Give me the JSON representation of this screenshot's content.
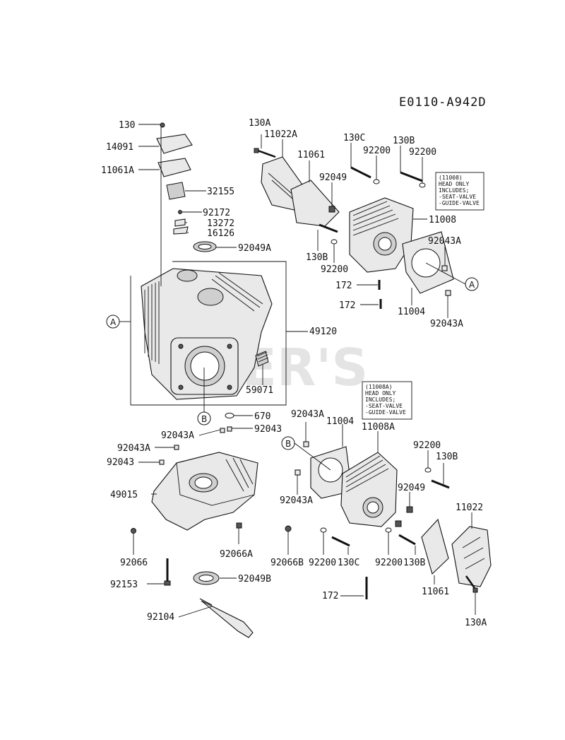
{
  "diagram_code": "E0110-A942D",
  "watermark": "ILER'S",
  "callouts": {
    "A1": "A",
    "A2": "A",
    "B1": "B",
    "B2": "B"
  },
  "notes": {
    "head_11008": [
      "(11008)",
      "HEAD ONLY",
      "INCLUDES;",
      "-SEAT-VALVE",
      "-GUIDE-VALVE"
    ],
    "head_11008A": [
      "(11008A)",
      "HEAD ONLY",
      "INCLUDES;",
      "-SEAT-VALVE",
      "-GUIDE-VALVE"
    ]
  },
  "labels": {
    "l130": "130",
    "l14091": "14091",
    "l11061A": "11061A",
    "l32155": "32155",
    "l92172": "92172",
    "l13272": "13272",
    "l16126": "16126",
    "l92049A": "92049A",
    "l49120": "49120",
    "l59071": "59071",
    "l670": "670",
    "l92043_top": "92043",
    "l92043A_top": "92043A",
    "l92043A_left": "92043A",
    "l92043_left": "92043",
    "l49015": "49015",
    "l92066": "92066",
    "l92066A": "92066A",
    "l92066B": "92066B",
    "l92153": "92153",
    "l92049B": "92049B",
    "l92104": "92104",
    "l130A_top": "130A",
    "l11022A": "11022A",
    "l11061_top": "11061",
    "l130C_top": "130C",
    "l92200_t1": "92200",
    "l130B_t": "130B",
    "l92200_t2": "92200",
    "l92049_t": "92049",
    "l11008": "11008",
    "l92043A_r1": "92043A",
    "l130B_m": "130B",
    "l92200_m": "92200",
    "l172_1": "172",
    "l172_2": "172",
    "l11004_t": "11004",
    "l92043A_r2": "92043A",
    "l92043A_b1": "92043A",
    "l11004_b": "11004",
    "l11008A": "11008A",
    "l92200_b1": "92200",
    "l130B_b1": "130B",
    "l92049_b": "92049",
    "l92043A_b2": "92043A",
    "l11022": "11022",
    "l92200_b2": "92200",
    "l130C_b": "130C",
    "l92200_b3": "92200",
    "l130B_b2": "130B",
    "l11061_b": "11061",
    "l172_3": "172",
    "l130A_b": "130A"
  }
}
